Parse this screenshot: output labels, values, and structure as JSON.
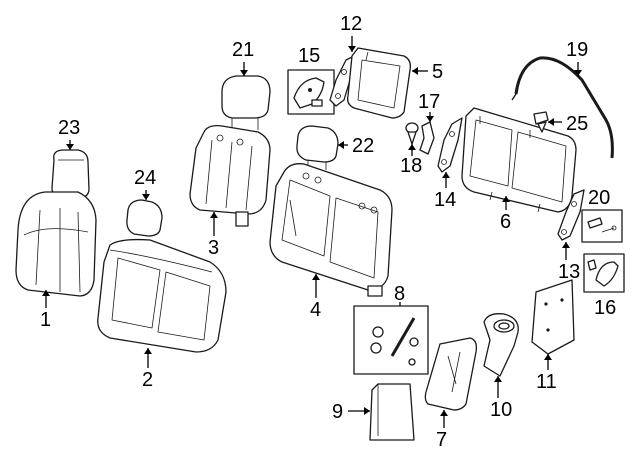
{
  "diagram": {
    "callouts": {
      "c1": "1",
      "c2": "2",
      "c3": "3",
      "c4": "4",
      "c5": "5",
      "c6": "6",
      "c7": "7",
      "c8": "8",
      "c9": "9",
      "c10": "10",
      "c11": "11",
      "c12": "12",
      "c13": "13",
      "c14": "14",
      "c15": "15",
      "c16": "16",
      "c17": "17",
      "c18": "18",
      "c19": "19",
      "c20": "20",
      "c21": "21",
      "c22": "22",
      "c23": "23",
      "c24": "24",
      "c25": "25"
    }
  }
}
